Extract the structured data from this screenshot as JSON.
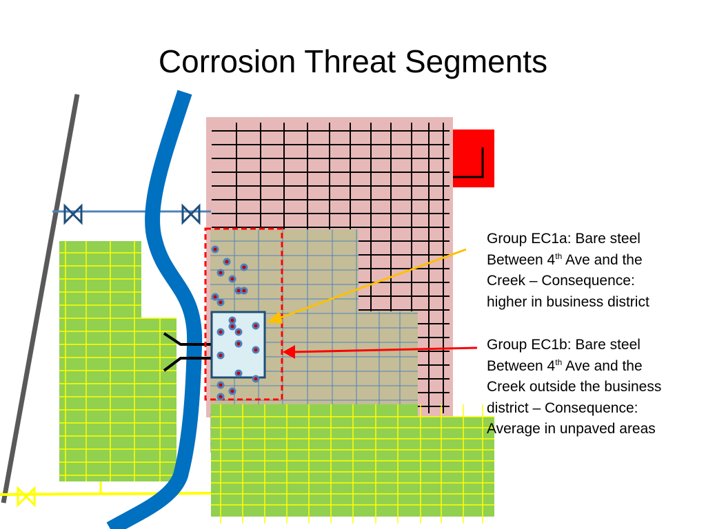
{
  "slide": {
    "title": "Corrosion Threat Segments"
  },
  "callouts": [
    {
      "id": "EC1a",
      "lines": [
        {
          "text": "Group EC1a: Bare steel"
        },
        {
          "text": "Between 4",
          "sup": "th",
          "after": " Ave and the"
        },
        {
          "text": "Creek – Consequence:"
        },
        {
          "text": "higher in business district"
        }
      ],
      "arrow_color": "#FFC000"
    },
    {
      "id": "EC1b",
      "lines": [
        {
          "text": "Group EC1b: Bare steel"
        },
        {
          "text": "Between 4",
          "sup": "th",
          "after": " Ave and the"
        },
        {
          "text": "Creek outside the business"
        },
        {
          "text": "district – Consequence:"
        },
        {
          "text": "Average in unpaved areas"
        }
      ],
      "arrow_color": "#FF0000"
    }
  ],
  "colors": {
    "road": "#595959",
    "creek": "#0070C0",
    "main_blue": "#4F81BD",
    "main_yellow": "#FFFF00",
    "business_district": "#E6B9B8",
    "red_block": "#FF0000",
    "tan_zone": "#C4BD97",
    "green_zone": "#92D050",
    "segment_box": "#DAEEF3",
    "dashed_border": "#FF0000",
    "dot_fill": "#4F81BD",
    "dot_core": "#C00000"
  },
  "icons": [
    "valve-icon",
    "valve-icon",
    "valve-icon",
    "connector-icon"
  ]
}
